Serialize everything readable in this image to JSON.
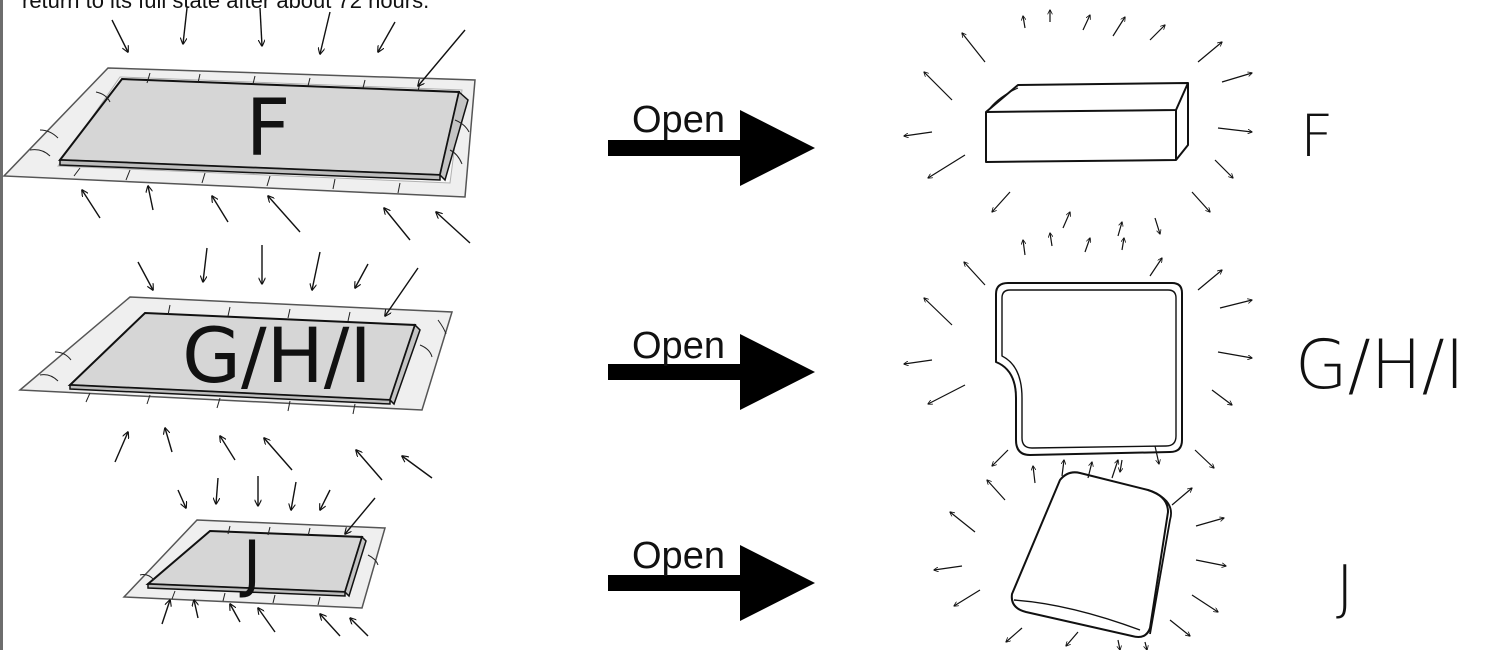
{
  "caption": "return to its full state after about 72 hours.",
  "rows": [
    {
      "package_label": "F",
      "action_label": "Open",
      "result_label": "F"
    },
    {
      "package_label": "G/H/I",
      "action_label": "Open",
      "result_label": "G/H/I"
    },
    {
      "package_label": "J",
      "action_label": "Open",
      "result_label": "J"
    }
  ]
}
